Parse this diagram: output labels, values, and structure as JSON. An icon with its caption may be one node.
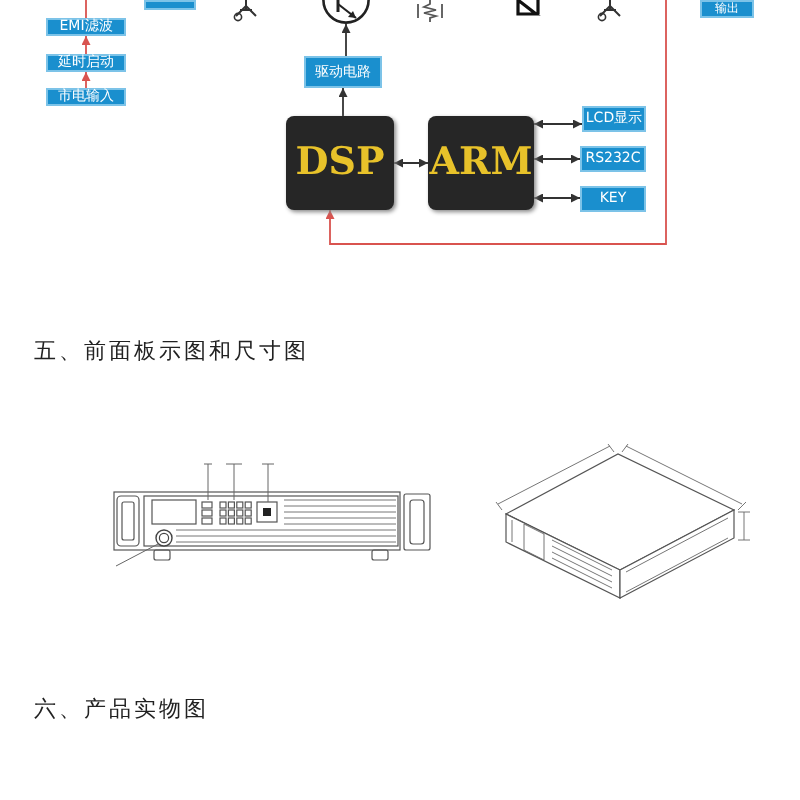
{
  "diagram": {
    "nodes": [
      {
        "text": [],
        "shape": "box"
      },
      {
        "text": [
          "EMI滤波"
        ]
      },
      {
        "text": [
          "延时启动"
        ]
      },
      {
        "text": [
          "市电输入"
        ]
      },
      {
        "text": [],
        "shape": "picture"
      },
      {
        "text": [
          "驱动电路"
        ]
      },
      {
        "text": [
          "DSP"
        ]
      },
      {
        "text": [
          "ARM"
        ]
      },
      {
        "text": [
          "LCD显示"
        ]
      },
      {
        "text": [
          "RS232C"
        ]
      },
      {
        "text": [
          "KEY"
        ]
      },
      {
        "text": [
          "输出"
        ]
      }
    ],
    "edges": [
      {
        "from": 3,
        "to": 2,
        "arrow": "to",
        "color": "#d9534f"
      },
      {
        "from": 2,
        "to": 1,
        "arrow": "to",
        "color": "#d9534f"
      },
      {
        "from": 1,
        "to": null,
        "arrow": "none",
        "color": "#d9534f"
      },
      {
        "from": 5,
        "to": 4,
        "arrow": "to"
      },
      {
        "from": 6,
        "to": 5,
        "arrow": "to"
      },
      {
        "from": 6,
        "to": 7,
        "arrow": "both"
      },
      {
        "from": 7,
        "to": 8,
        "arrow": "both"
      },
      {
        "from": 7,
        "to": 9,
        "arrow": "both"
      },
      {
        "from": 7,
        "to": 10,
        "arrow": "both"
      },
      {
        "from": null,
        "to": 6,
        "arrow": "to",
        "color": "#d9534f"
      }
    ],
    "labels": [
      "五、前面板示图和尺寸图",
      "六、产品实物图"
    ]
  }
}
